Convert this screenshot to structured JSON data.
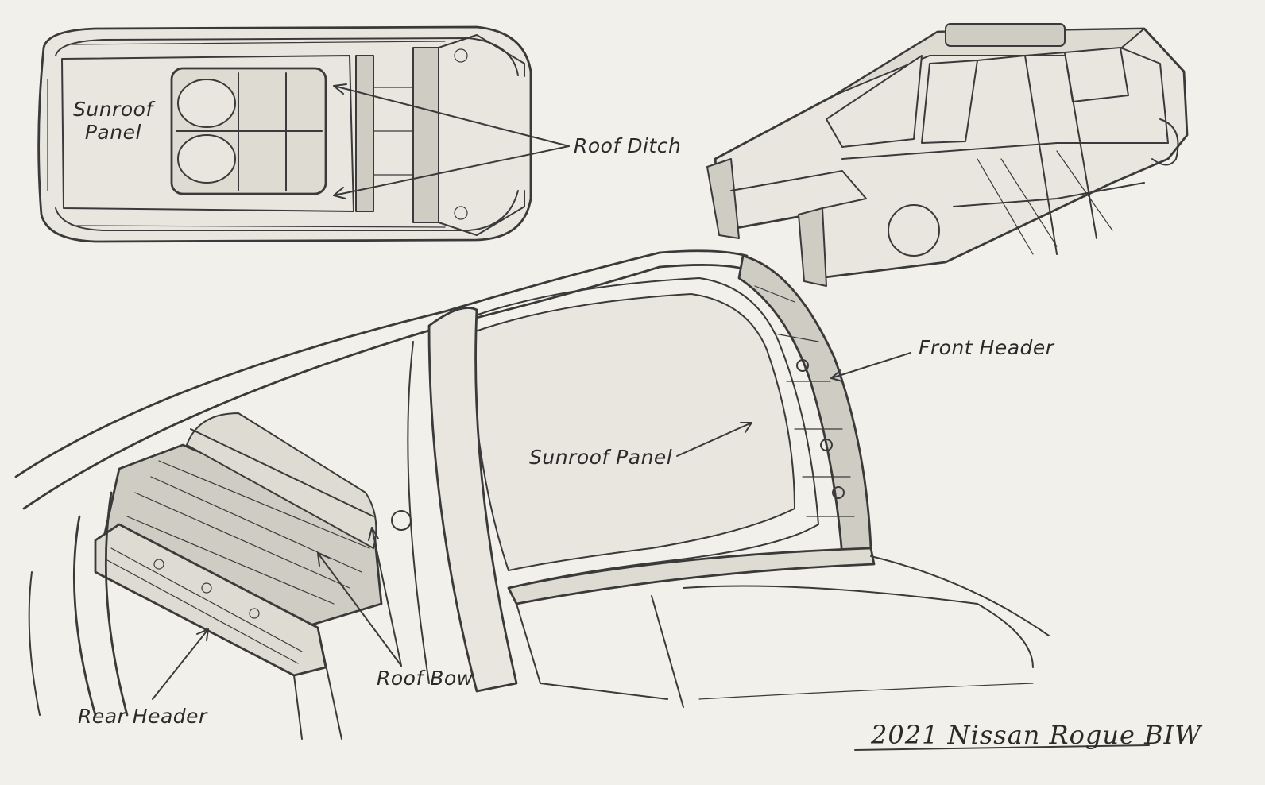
{
  "labels": {
    "top_view_sunroof_line1": "Sunroof",
    "top_view_sunroof_line2": "Panel",
    "roof_ditch": "Roof Ditch",
    "front_header": "Front Header",
    "sunroof_panel": "Sunroof Panel",
    "rear_header": "Rear Header",
    "roof_bow": "Roof Bow"
  },
  "caption": "2021 Nissan Rogue BIW",
  "colors": {
    "paper": "#f2f0ea",
    "ink": "#2a2a2a",
    "shade": "#cfccc3"
  }
}
